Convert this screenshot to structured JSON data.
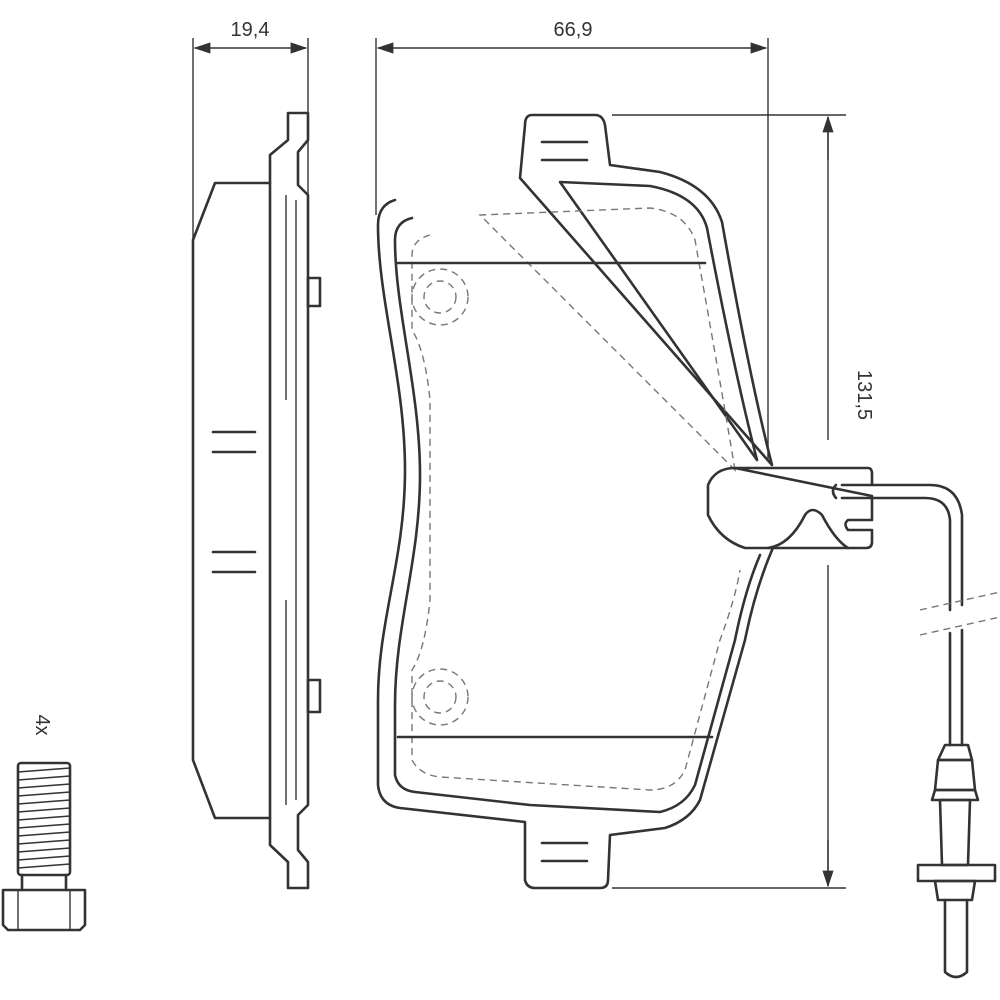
{
  "dimensions": {
    "thickness": "19,4",
    "width": "66,9",
    "height": "131,5"
  },
  "accessory": {
    "quantity": "4x",
    "item_icon": "bolt-icon"
  },
  "colors": {
    "line": "#333333",
    "hidden_line": "#777777",
    "background": "#ffffff"
  }
}
